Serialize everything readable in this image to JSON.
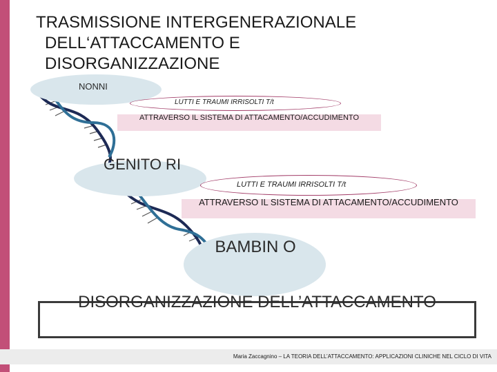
{
  "title": {
    "line1": "TRASMISSIONE INTERGENERAZIONALE",
    "line2": "DELL‘ATTACCAMENTO E",
    "line3": "DISORGANIZZAZIONE"
  },
  "level1": {
    "label": "NONNI",
    "trauma": "LUTTI E TRAUMI IRRISOLTI T/t",
    "system": "ATTRAVERSO IL SISTEMA DI ATTACAMENTO/ACCUDIMENTO"
  },
  "level2": {
    "label": "GENITO RI",
    "trauma": "LUTTI E TRAUMI IRRISOLTI T/t",
    "system": "ATTRAVERSO IL SISTEMA DI ATTACAMENTO/ACCUDIMENTO"
  },
  "level3": {
    "label": "BAMBIN O"
  },
  "outcome": "DISORGANIZZAZIONE DELL’ATTACCAMENTO",
  "footer": "Maria Zaccagnino – LA TEORIA DELL’ATTACCAMENTO: APPLICAZIONI CLINICHE NEL CICLO DI VITA",
  "colors": {
    "accent": "#c24f78",
    "ellipse": "#d9e6ec",
    "pinkbar": "#f4dbe4"
  }
}
